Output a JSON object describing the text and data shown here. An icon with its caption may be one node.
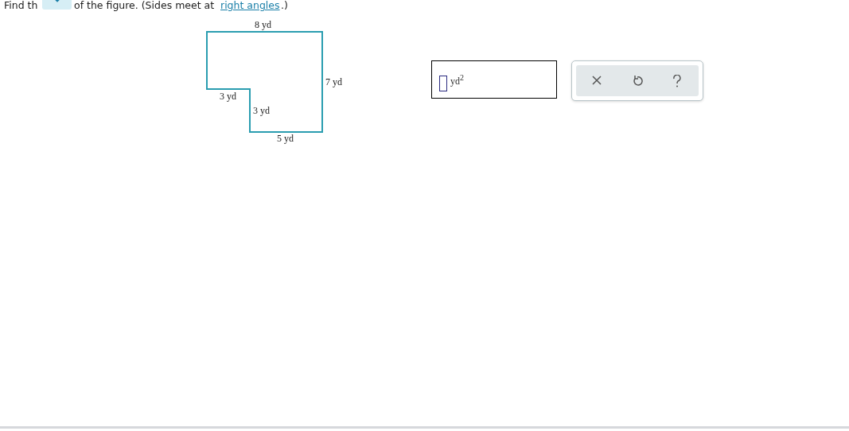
{
  "diagram": {
    "labels": [
      "Find th",
      "of the figure. (Sides meet at",
      "right angles",
      ".)",
      "8 yd",
      "7 yd",
      "3 yd",
      "3 yd",
      "5 yd",
      "yd$^{2}$"
    ]
  }
}
